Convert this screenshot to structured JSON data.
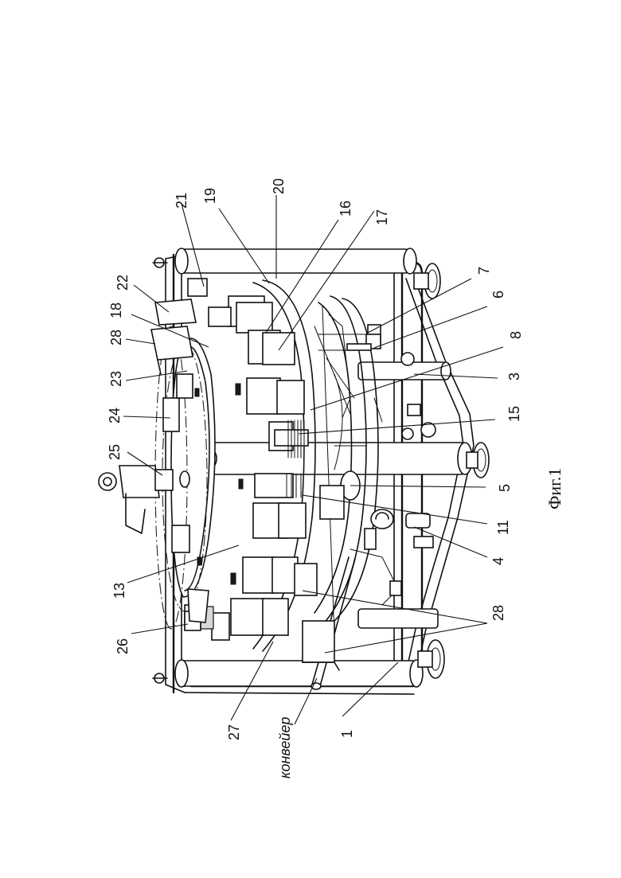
{
  "figure": {
    "caption": "Фиг.1",
    "conveyor_label": "конвейер"
  },
  "labels": {
    "l1": "1",
    "l3": "3",
    "l4": "4",
    "l5": "5",
    "l6": "6",
    "l7": "7",
    "l8": "8",
    "l11": "11",
    "l13": "13",
    "l15": "15",
    "l16": "16",
    "l17": "17",
    "l18": "18",
    "l19": "19",
    "l20": "20",
    "l21": "21",
    "l22": "22",
    "l23": "23",
    "l24": "24",
    "l25": "25",
    "l26": "26",
    "l27": "27",
    "l28a": "28",
    "l28b": "28"
  }
}
